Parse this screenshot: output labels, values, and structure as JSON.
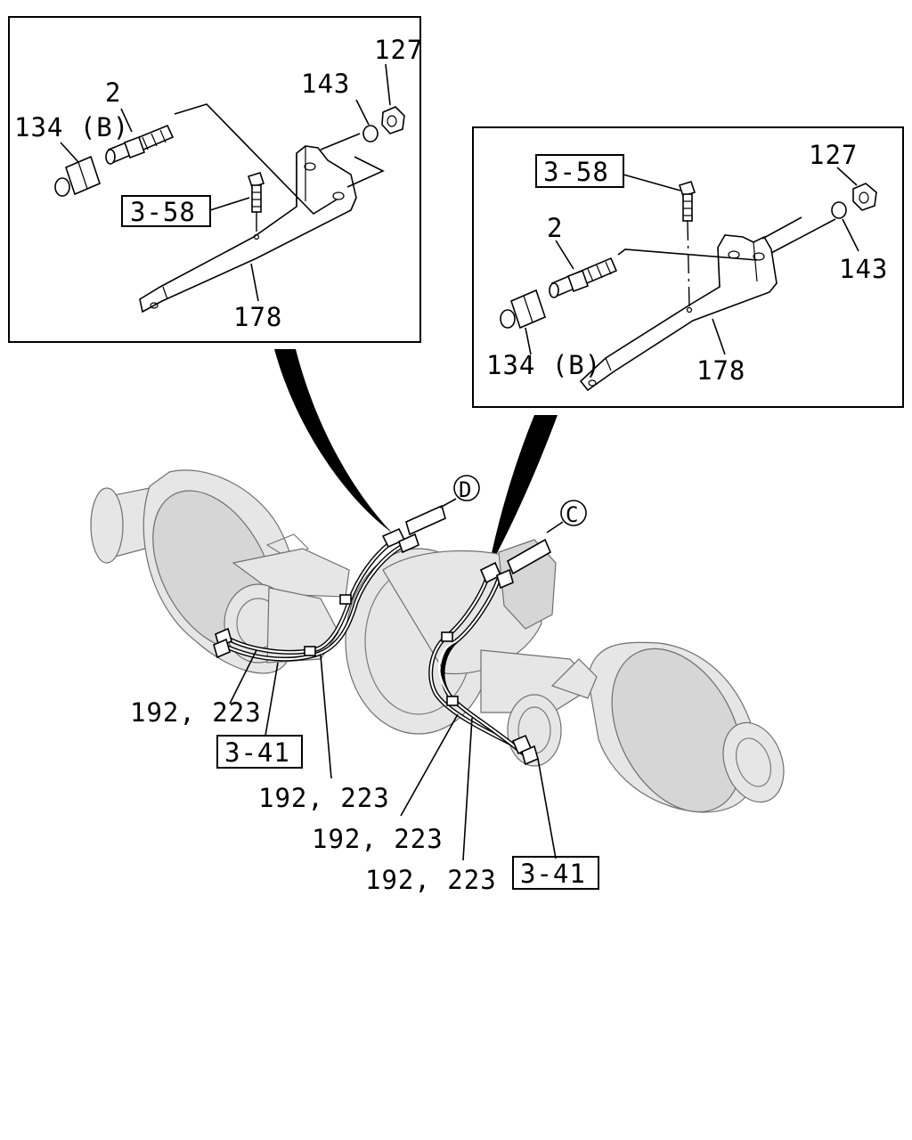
{
  "callouts": {
    "left_detail": {
      "nut": "127",
      "washer": "143",
      "stud": "2",
      "cap": "134 (B)",
      "bolt_ref": "3-58",
      "bracket": "178"
    },
    "right_detail": {
      "nut": "127",
      "washer": "143",
      "stud": "2",
      "cap": "134 (B)",
      "bolt_ref": "3-58",
      "bracket": "178"
    },
    "axle": {
      "view_d": "D",
      "view_c": "C",
      "harness_1": "192, 223",
      "harness_2": "192, 223",
      "harness_3": "192, 223",
      "harness_4": "192, 223",
      "ref_left": "3-41",
      "ref_right": "3-41"
    }
  }
}
